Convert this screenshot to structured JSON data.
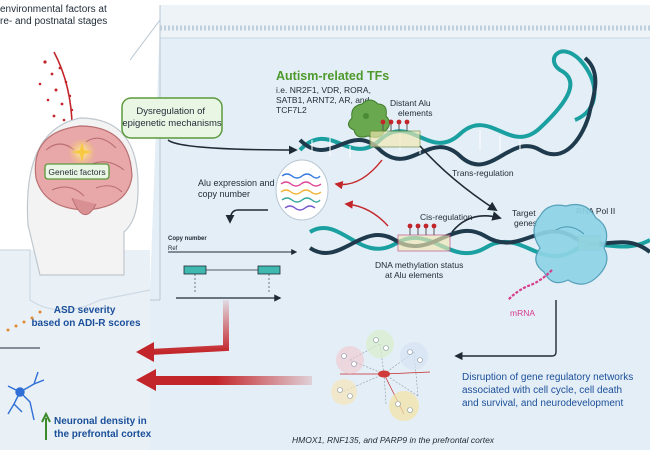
{
  "environment_text": "environmental factors at\nre- and postnatal stages",
  "genetic_factors": "Genetic factors",
  "dysregulation": "Dysregulation of\nepigenetic mechanisms",
  "tfs_title": "Autism-related TFs",
  "tfs_list": "i.e. NR2F1, VDR, RORA,\nSATB1, ARNT2, AR, and\nTCF7L2",
  "distant_alu": "Distant Alu\nelements",
  "trans_regulation": "Trans-regulation",
  "alu_expression": "Alu expression and\ncopy number",
  "copy_number": "Copy number",
  "ref": "Ref",
  "cis_regulation": "Cis-regulation",
  "target_genes": "Target\ngenes",
  "rna_pol": "RNA Pol II",
  "dna_methylation": "DNA methylation status\nat Alu elements",
  "mrna": "mRNA",
  "asd_severity": "ASD severity\nbased on ADI-R scores",
  "disruption": "Disruption of gene regulatory networks\nassociated with cell cycle, cell death\nand survival, and neurodevelopment",
  "neuronal_density": "Neuronal density in\nthe prefrontal cortex",
  "genes_caption": "HMOX1, RNF135, and PARP9 in the prefrontal cortex",
  "colors": {
    "panel_bg": "#e4eef6",
    "dna_teal": "#1aa0a0",
    "dna_dark": "#1e3a4c",
    "green": "#4f9a2c",
    "arrow_red": "#c3262a",
    "pol_blue": "#8ed3e6",
    "mrna_pink": "#d63c8c",
    "neuron_blue": "#2f6fd6",
    "network_red": "#d13a3a",
    "brain_pink": "#e8a7a8"
  },
  "icons": [
    "brain-icon",
    "neuron-icon",
    "rna-polymerase-icon",
    "transcription-factor-icon",
    "alu-circle-icon",
    "gene-network-icon",
    "dna-helix-icon"
  ]
}
